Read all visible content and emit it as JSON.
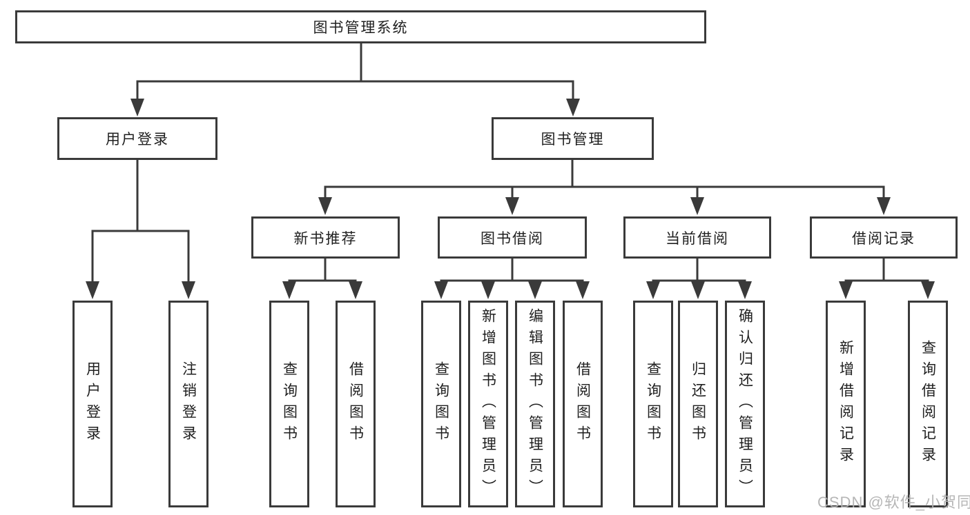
{
  "colors": {
    "line": "#3a3a3a",
    "text": "#1f1f1f",
    "watermark": "#b2b2b2",
    "background": "#ffffff"
  },
  "watermark": {
    "text": "CSDN @软件_小贺同学"
  },
  "tree": {
    "label": "图书管理系统",
    "children": [
      {
        "label": "用户登录",
        "children": [
          {
            "label": "用户登录"
          },
          {
            "label": "注销登录"
          }
        ]
      },
      {
        "label": "图书管理",
        "children": [
          {
            "label": "新书推荐",
            "children": [
              {
                "label": "查询图书"
              },
              {
                "label": "借阅图书"
              }
            ]
          },
          {
            "label": "图书借阅",
            "children": [
              {
                "label": "查询图书"
              },
              {
                "label": "新增图书（管理员）"
              },
              {
                "label": "编辑图书（管理员）"
              },
              {
                "label": "借阅图书"
              }
            ]
          },
          {
            "label": "当前借阅",
            "children": [
              {
                "label": "查询图书"
              },
              {
                "label": "归还图书"
              },
              {
                "label": "确认归还（管理员）"
              }
            ]
          },
          {
            "label": "借阅记录",
            "children": [
              {
                "label": "新增借阅记录"
              },
              {
                "label": "查询借阅记录"
              }
            ]
          }
        ]
      }
    ]
  }
}
